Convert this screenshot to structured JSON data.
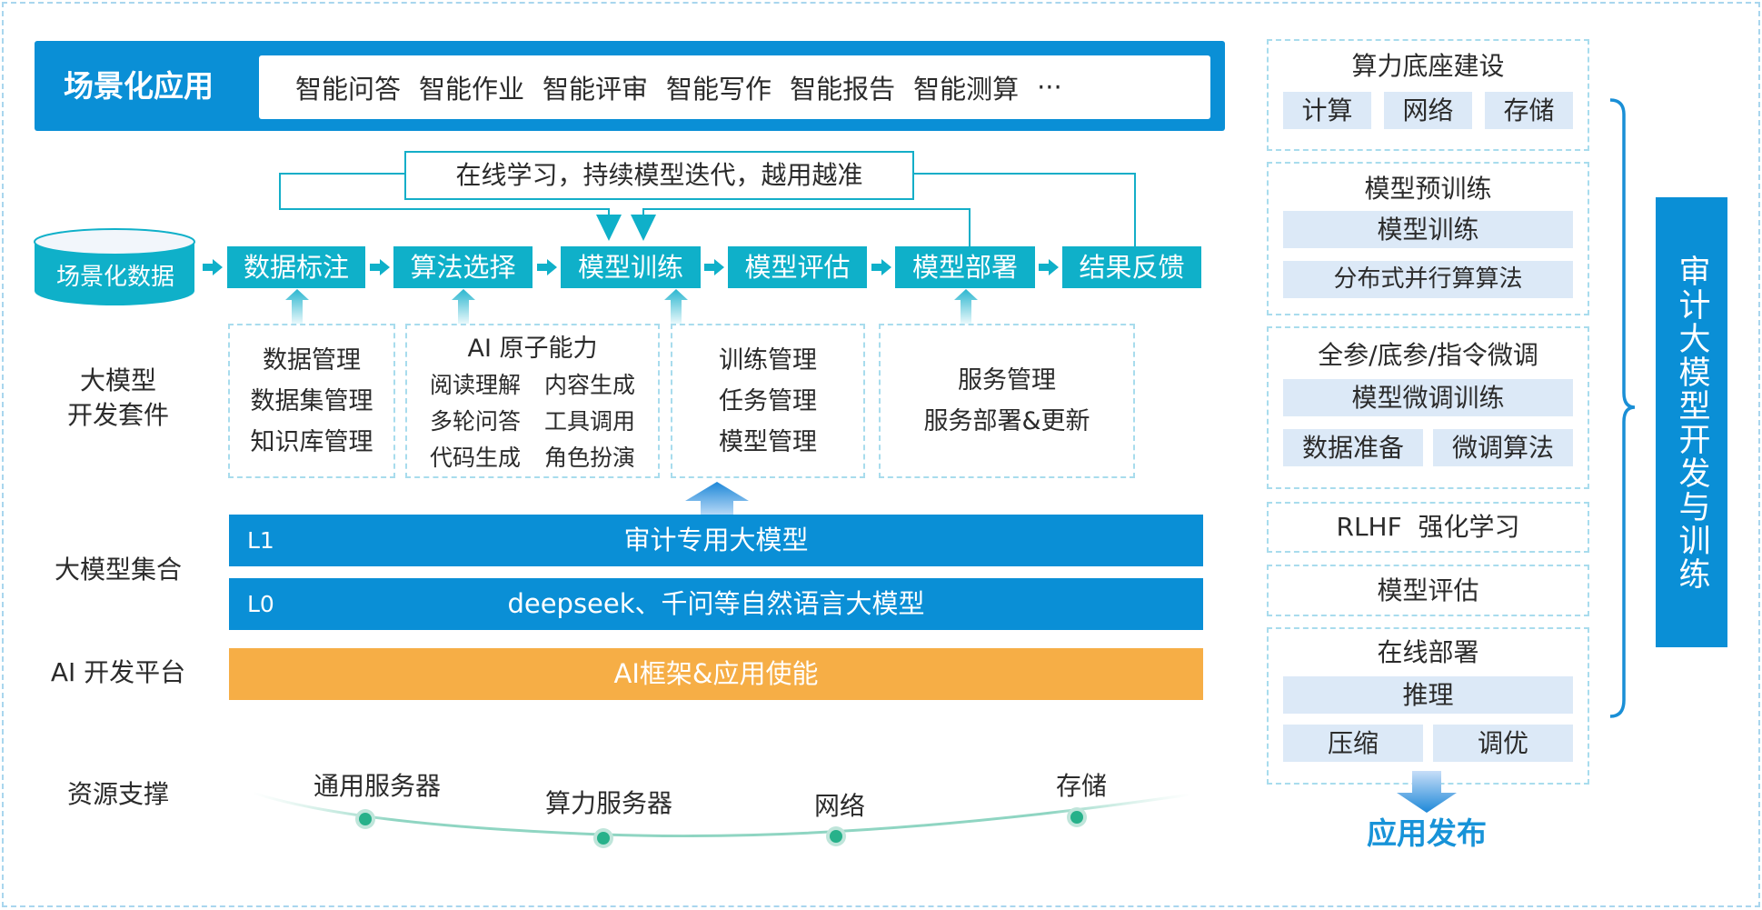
{
  "scenario_apps": {
    "title": "场景化应用",
    "items": [
      "智能问答",
      "智能作业",
      "智能评审",
      "智能写作",
      "智能报告",
      "智能测算",
      "···"
    ]
  },
  "pipeline": {
    "feedback_note": "在线学习，持续模型迭代，越用越准",
    "data_source": "场景化数据",
    "steps": [
      "数据标注",
      "算法选择",
      "模型训练",
      "模型评估",
      "模型部署",
      "结果反馈"
    ]
  },
  "dev_kit": {
    "label": "大模型\n开发套件",
    "label_line1": "大模型",
    "label_line2": "开发套件",
    "data_box": [
      "数据管理",
      "数据集管理",
      "知识库管理"
    ],
    "ai_box": {
      "title": "AI 原子能力",
      "items": [
        "阅读理解",
        "内容生成",
        "多轮问答",
        "工具调用",
        "代码生成",
        "角色扮演"
      ]
    },
    "train_box": [
      "训练管理",
      "任务管理",
      "模型管理"
    ],
    "service_box": [
      "服务管理",
      "服务部署&更新"
    ]
  },
  "model_set": {
    "label": "大模型集合",
    "layers": [
      {
        "level": "L1",
        "name": "审计专用大模型"
      },
      {
        "level": "L0",
        "name": "deepseek、千问等自然语言大模型"
      }
    ]
  },
  "platform": {
    "label": "AI 开发平台",
    "name": "AI框架&应用使能"
  },
  "resources": {
    "label": "资源支撑",
    "items": [
      "通用服务器",
      "算力服务器",
      "网络",
      "存储"
    ]
  },
  "right_panel": {
    "sections": [
      {
        "title": "算力底座建设",
        "chips": [
          [
            "计算",
            "网络",
            "存储"
          ]
        ]
      },
      {
        "title": "模型预训练",
        "chips": [
          [
            "模型训练"
          ],
          [
            "分布式并行算算法"
          ]
        ]
      },
      {
        "title": "全参/底参/指令微调",
        "chips": [
          [
            "模型微调训练"
          ],
          [
            "数据准备",
            "微调算法"
          ]
        ]
      },
      {
        "title": "RLHF  强化学习",
        "chips": []
      },
      {
        "title": "模型评估",
        "chips": []
      },
      {
        "title": "在线部署",
        "chips": [
          [
            "推理"
          ],
          [
            "压缩",
            "调优"
          ]
        ]
      }
    ],
    "vertical_title": "审计大模型开发与训练",
    "release": "应用发布"
  },
  "colors": {
    "primary_blue": "#0a8fd6",
    "teal": "#0fb0c9",
    "orange": "#f6ae46",
    "chip_bg": "#dce9f7",
    "dashed_border": "#a8dced",
    "node_green": "#27b18a"
  }
}
